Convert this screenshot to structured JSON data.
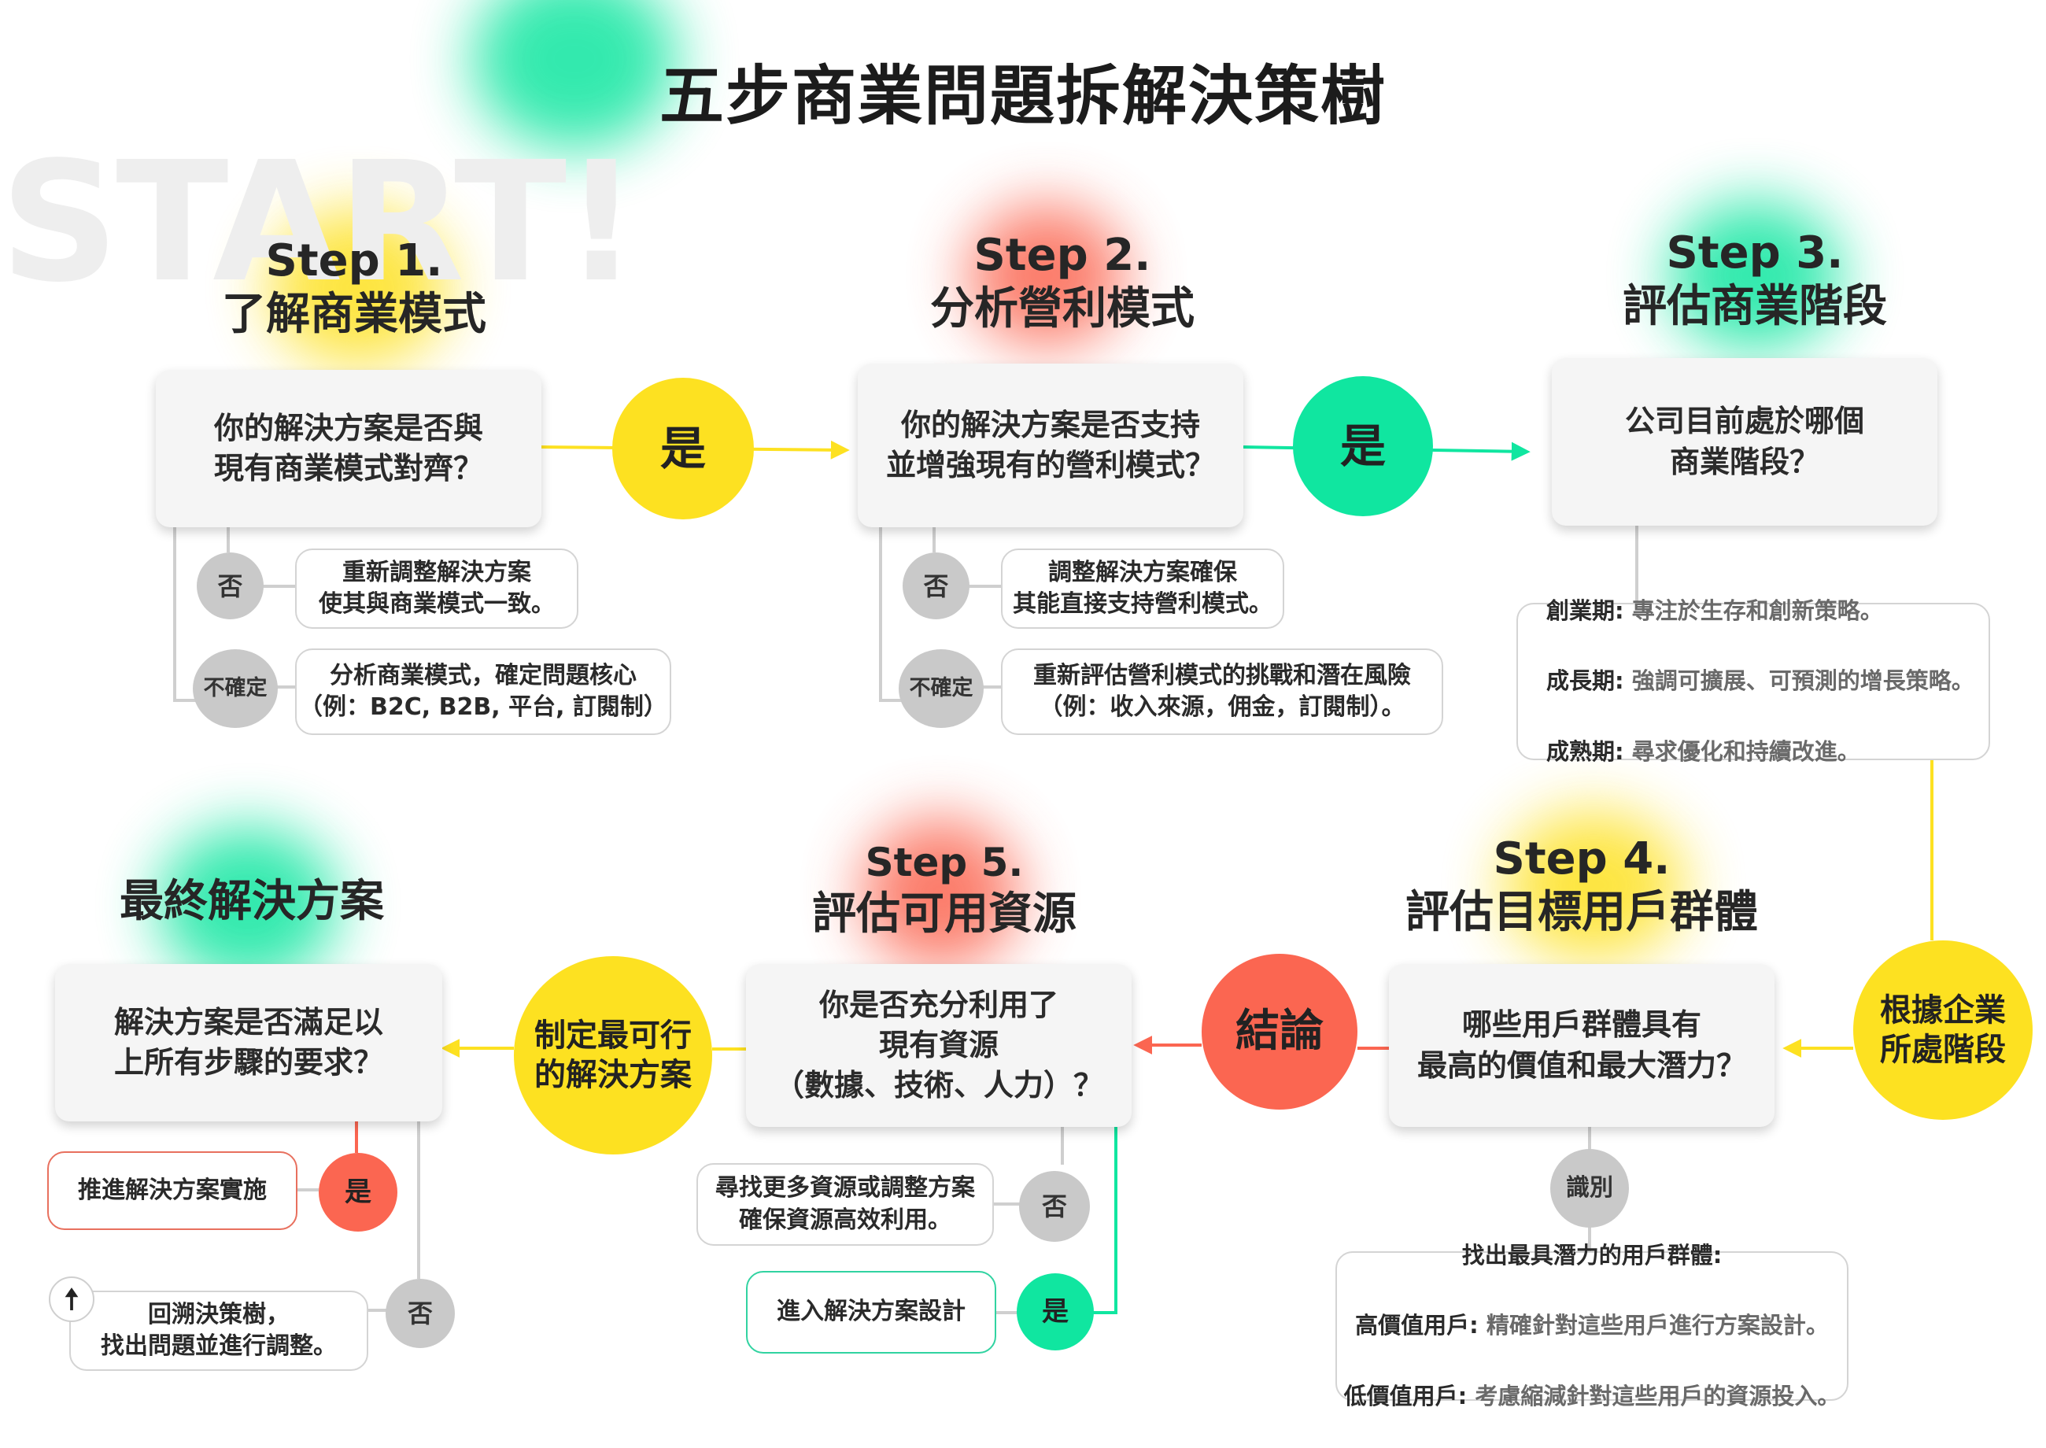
{
  "title": "五步商業問題拆解決策樹",
  "background_text": "START!",
  "colors": {
    "yellow": "#fde121",
    "green": "#10e6a0",
    "red": "#fb6651",
    "gray": "#c9c9c9"
  },
  "step1": {
    "step": "Step 1.",
    "name": "了解商業模式",
    "question": "你的解決方案是否與\n現有商業模式對齊？",
    "yes": "是",
    "no": "否",
    "unsure": "不確定",
    "no_note": "重新調整解決方案\n使其與商業模式一致。",
    "unsure_note": "分析商業模式，確定問題核心\n（例：B2C, B2B, 平台, 訂閱制）"
  },
  "step2": {
    "step": "Step 2.",
    "name": "分析營利模式",
    "question": "你的解決方案是否支持\n並增強現有的營利模式？",
    "yes": "是",
    "no": "否",
    "unsure": "不確定",
    "no_note": "調整解決方案確保\n其能直接支持營利模式。",
    "unsure_note": "重新評估營利模式的挑戰和潛在風險\n（例：收入來源，佣金，訂閱制）。"
  },
  "step3": {
    "step": "Step 3.",
    "name": "評估商業階段",
    "question": "公司目前處於哪個\n商業階段？",
    "stages": [
      {
        "label": "創業期:",
        "desc": "專注於生存和創新策略。"
      },
      {
        "label": "成長期:",
        "desc": "強調可擴展、可預測的增長策略。"
      },
      {
        "label": "成熟期:",
        "desc": "尋求優化和持續改進。"
      }
    ],
    "connector": "根據企業\n所處階段"
  },
  "step4": {
    "step": "Step 4.",
    "name": "評估目標用戶群體",
    "question": "哪些用戶群體具有\n最高的價值和最大潛力？",
    "identify": "識別",
    "note_title": "找出最具潛力的用戶群體:",
    "notes": [
      {
        "label": "高價值用戶:",
        "desc": "精確針對這些用戶進行方案設計。"
      },
      {
        "label": "低價值用戶:",
        "desc": "考慮縮減針對這些用戶的資源投入。"
      }
    ],
    "conclusion": "結論"
  },
  "step5": {
    "step": "Step 5.",
    "name": "評估可用資源",
    "question": "你是否充分利用了\n現有資源\n（數據、技術、人力）？",
    "no": "否",
    "yes": "是",
    "no_note": "尋找更多資源或調整方案\n確保資源高效利用。",
    "yes_note": "進入解決方案設計",
    "connector": "制定最可行\n的解決方案"
  },
  "final": {
    "name": "最終解決方案",
    "question": "解決方案是否滿足以\n上所有步驟的要求？",
    "yes": "是",
    "no": "否",
    "yes_note": "推進解決方案實施",
    "no_note": "回溯決策樹，\n找出問題並進行調整。"
  }
}
